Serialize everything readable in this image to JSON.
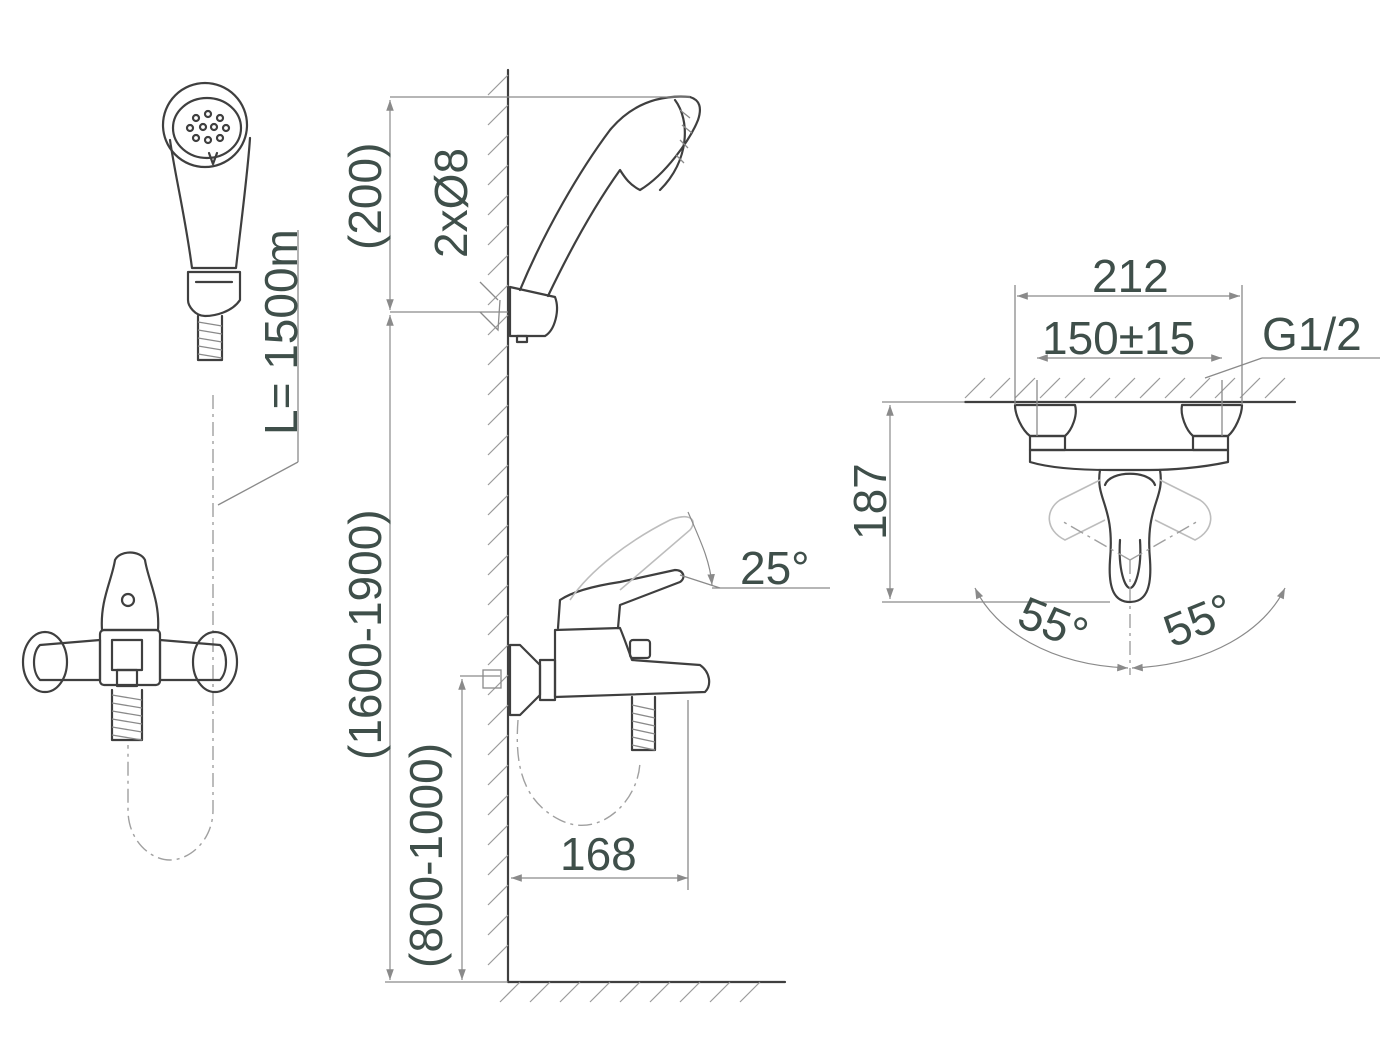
{
  "labels": {
    "hose_length": "L= 1500m",
    "holder_spacing": "(200)",
    "screws": "2xØ8",
    "shower_height": "(1600-1900)",
    "mixer_height": "(800-1000)",
    "spout_projection": "168",
    "lever_angle": "25°",
    "width_total": "212",
    "inlet_centers": "150±15",
    "thread": "G1/2",
    "mixer_depth": "187",
    "rotation_left": "55°",
    "rotation_right": "55°"
  },
  "colors": {
    "line": "#3f3f3f",
    "dimension": "#8a8a8a",
    "text": "#3f4f4a"
  }
}
